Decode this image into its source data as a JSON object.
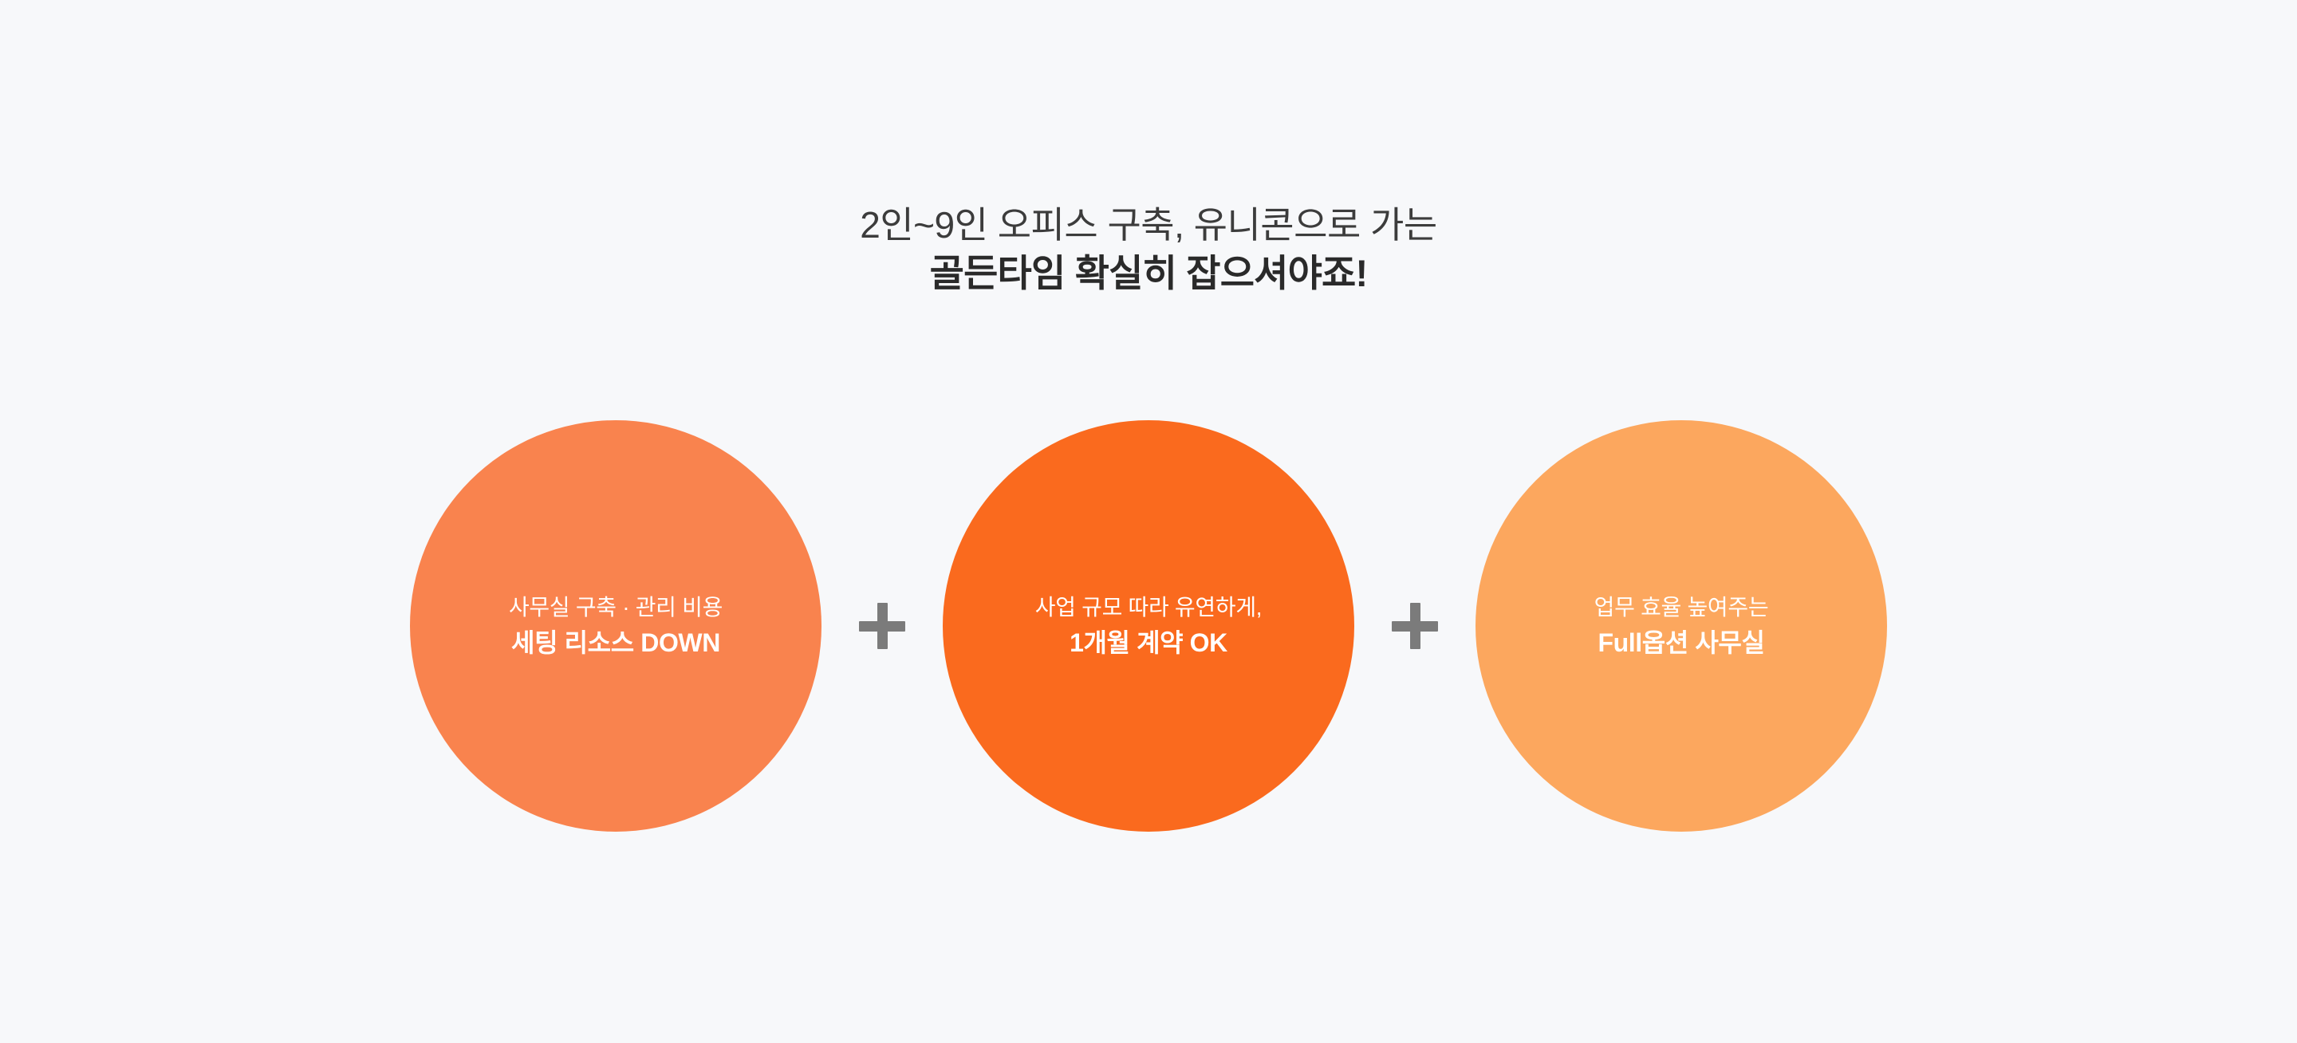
{
  "page": {
    "background_color": "#f7f8fa"
  },
  "headline": {
    "line1": "2인~9인 오피스 구축, 유니콘으로 가는",
    "line2": "골든타임 확실히 잡으셔야죠!",
    "line1_color": "#3c3c3c",
    "line2_color": "#2a2a2a"
  },
  "separators": {
    "plus_symbol": "+",
    "color": "#7b7b7b"
  },
  "benefits": [
    {
      "sub": "사무실 구축 · 관리 비용",
      "main": "세팅 리소스 DOWN",
      "color": "#f9834e",
      "text_color": "#ffffff"
    },
    {
      "sub": "사업 규모 따라 유연하게,",
      "main": "1개월 계약 OK",
      "color": "#fa6a1e",
      "text_color": "#ffffff"
    },
    {
      "sub": "업무 효율 높여주는",
      "main": "Full옵션 사무실",
      "color": "#fca75e",
      "text_color": "#ffffff"
    }
  ]
}
